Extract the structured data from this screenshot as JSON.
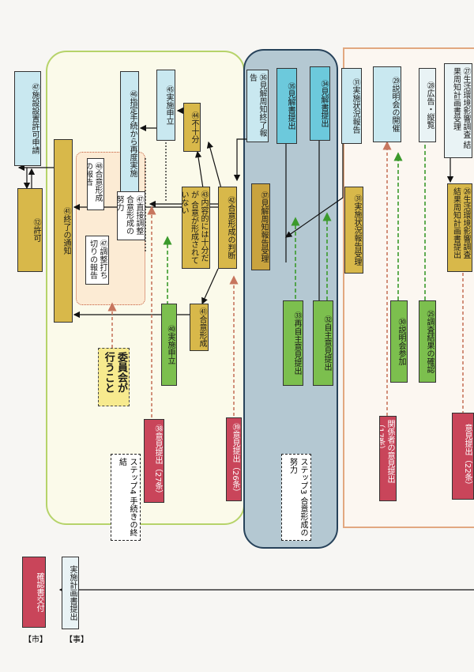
{
  "regions": {
    "step3_label": "ステップ3 合意形成の努力",
    "step4_label": "ステップ4 手続きの終結",
    "committee_note": "委員会が 行うこと"
  },
  "nodes": {
    "n57": "㊼施設設置許可申請",
    "n52": "⑫許可",
    "n51": "㊶終了の通知",
    "n46": "㊻指定手続から再度実施",
    "n45": "㊺実施申立",
    "n44": "㊹不十分",
    "n48": "㊽合意形成の報告",
    "n47a": "㊼直接調整 合意形成の努力",
    "n47b": "㊼調整打ち切りの報告",
    "n43": "㊸内容的には十分だが 合意が形成されていない",
    "n42": "㊷合意形成の判断",
    "n41": "㊶合意形成",
    "n40": "㊵実施申立",
    "n39": "㊴意見提出（26条）",
    "n38": "㊳意見提出（27条）",
    "n36": "㊱見解周知終了報告",
    "n35": "㉟見解書提出",
    "n34": "㉞見解書提出",
    "n37": "㊲見解周知報告受理",
    "n33": "㉝再自主意見提出",
    "n32": "㉜自主意見提出",
    "n31": "㉛実施状況報告",
    "n31b": "㉛実施状況報告受理",
    "n29": "㉙説明会の開催",
    "n28": "㉘広告・縦覧",
    "n27": "㉗生活環境影響調査 結果周知計画書受理",
    "n26": "㉖生活環境影響調査 結果周知計画書提出",
    "n30": "㉚説明会参加",
    "n25": "㉕調査結果の確認",
    "n24": "関係者の意見提出（17条）",
    "n23": "意見提出（22条）",
    "impl": "実施計画書提出",
    "confirm": "確認書交付"
  },
  "legend": {
    "business": "【事】",
    "city": "【市】"
  },
  "colors": {
    "blue": "#c9e8f0",
    "cyan": "#6cc9dc",
    "gold": "#d8b84a",
    "green": "#7cbf4e",
    "red": "#c9455a",
    "step3_region": "#a8c1cc",
    "step4_border": "#b6d36a",
    "right_border": "#e2a880"
  }
}
